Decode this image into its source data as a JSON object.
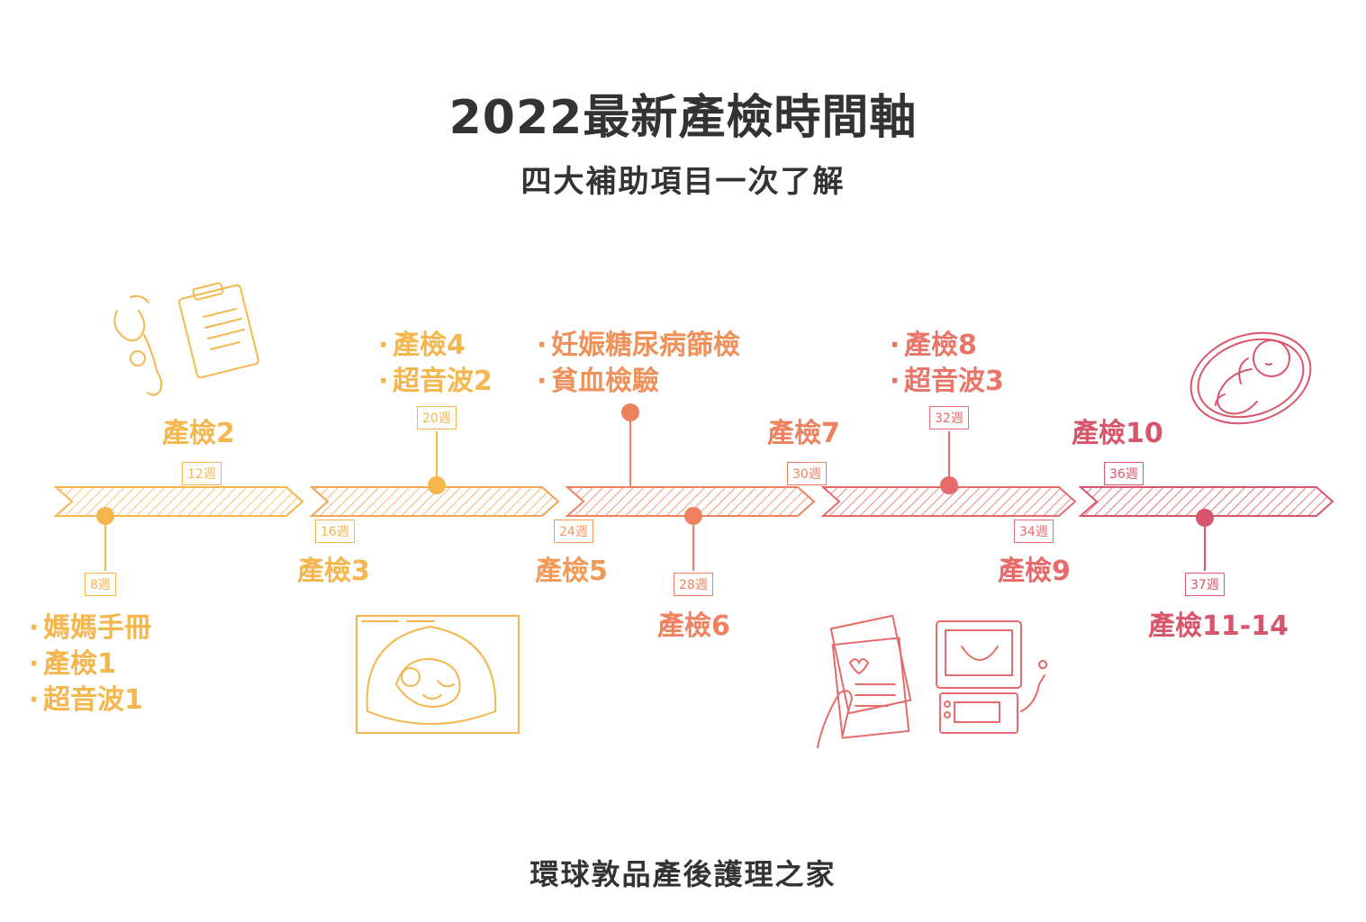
{
  "header": {
    "title": "2022最新產檢時間軸",
    "subtitle": "四大補助項目一次了解"
  },
  "footer": {
    "brand": "環球敦品產後護理之家"
  },
  "colors": {
    "yellow": "#f5b64e",
    "orange": "#f29a58",
    "coral": "#ee8160",
    "salmon": "#e66a6a",
    "rose": "#d8566b",
    "text": "#333333"
  },
  "milestones": [
    {
      "week": "8週",
      "title": "",
      "items": [
        "媽媽手冊",
        "產檢1",
        "超音波1"
      ]
    },
    {
      "week": "12週",
      "title": "產檢2",
      "items": []
    },
    {
      "week": "16週",
      "title": "產檢3",
      "items": []
    },
    {
      "week": "20週",
      "title": "",
      "items": [
        "產檢4",
        "超音波2"
      ]
    },
    {
      "week": "",
      "title": "",
      "items": [
        "妊娠糖尿病篩檢",
        "貧血檢驗"
      ]
    },
    {
      "week": "24週",
      "title": "產檢5",
      "items": []
    },
    {
      "week": "28週",
      "title": "產檢6",
      "items": []
    },
    {
      "week": "30週",
      "title": "產檢7",
      "items": []
    },
    {
      "week": "32週",
      "title": "",
      "items": [
        "產檢8",
        "超音波3"
      ]
    },
    {
      "week": "34週",
      "title": "產檢9",
      "items": []
    },
    {
      "week": "36週",
      "title": "產檢10",
      "items": []
    },
    {
      "week": "37週",
      "title": "產檢11-14",
      "items": []
    }
  ],
  "illustrations": [
    "stethoscope-clipboard-icon",
    "ultrasound-image-icon",
    "medical-report-monitor-icon",
    "fetus-icon"
  ]
}
